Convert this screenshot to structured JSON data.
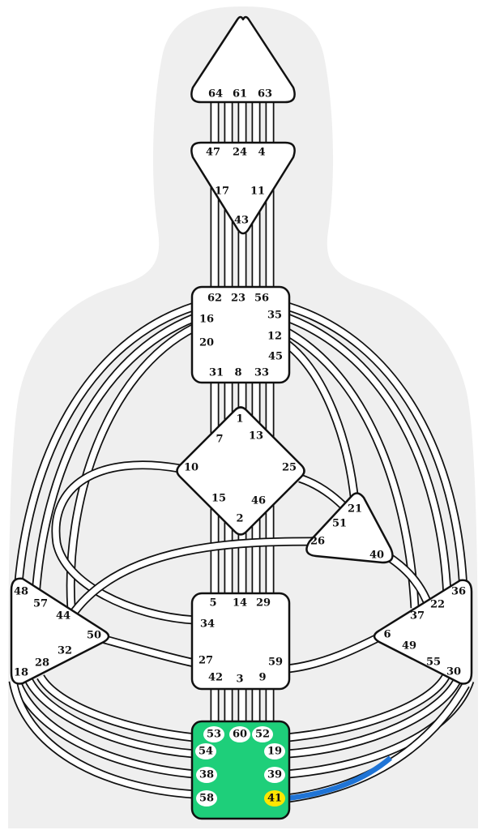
{
  "colors": {
    "silhouette": "#efefef",
    "channel_fill": "#ffffff",
    "channel_stroke": "#111111",
    "center_fill": "#ffffff",
    "root_fill": "#1ecf7a",
    "gate_badge_fill": "#ffffff",
    "active_gate_fill": "#ffe600",
    "active_channel": "#1f74d6"
  },
  "centers": [
    {
      "id": "head",
      "shape": "triangle-up",
      "defined": false,
      "gates": [
        {
          "n": "64"
        },
        {
          "n": "61"
        },
        {
          "n": "63"
        }
      ]
    },
    {
      "id": "ajna",
      "shape": "triangle-down",
      "defined": false,
      "gates": [
        {
          "n": "47"
        },
        {
          "n": "24"
        },
        {
          "n": "4"
        },
        {
          "n": "17"
        },
        {
          "n": "11"
        },
        {
          "n": "43"
        }
      ]
    },
    {
      "id": "throat",
      "shape": "square",
      "defined": false,
      "gates": [
        {
          "n": "62"
        },
        {
          "n": "23"
        },
        {
          "n": "56"
        },
        {
          "n": "35"
        },
        {
          "n": "16"
        },
        {
          "n": "12"
        },
        {
          "n": "20"
        },
        {
          "n": "45"
        },
        {
          "n": "31"
        },
        {
          "n": "8"
        },
        {
          "n": "33"
        }
      ]
    },
    {
      "id": "g",
      "shape": "diamond",
      "defined": false,
      "gates": [
        {
          "n": "1"
        },
        {
          "n": "7"
        },
        {
          "n": "13"
        },
        {
          "n": "10"
        },
        {
          "n": "25"
        },
        {
          "n": "15"
        },
        {
          "n": "46"
        },
        {
          "n": "2"
        }
      ]
    },
    {
      "id": "heart",
      "shape": "triangle",
      "defined": false,
      "gates": [
        {
          "n": "21"
        },
        {
          "n": "51"
        },
        {
          "n": "26"
        },
        {
          "n": "40"
        }
      ]
    },
    {
      "id": "sacral",
      "shape": "square",
      "defined": false,
      "gates": [
        {
          "n": "5"
        },
        {
          "n": "14"
        },
        {
          "n": "29"
        },
        {
          "n": "34"
        },
        {
          "n": "27"
        },
        {
          "n": "59"
        },
        {
          "n": "42"
        },
        {
          "n": "3"
        },
        {
          "n": "9"
        }
      ]
    },
    {
      "id": "spleen",
      "shape": "triangle-right",
      "defined": false,
      "gates": [
        {
          "n": "48"
        },
        {
          "n": "57"
        },
        {
          "n": "44"
        },
        {
          "n": "50"
        },
        {
          "n": "32"
        },
        {
          "n": "28"
        },
        {
          "n": "18"
        }
      ]
    },
    {
      "id": "solar-plexus",
      "shape": "triangle-left",
      "defined": false,
      "gates": [
        {
          "n": "36"
        },
        {
          "n": "22"
        },
        {
          "n": "37"
        },
        {
          "n": "6"
        },
        {
          "n": "49"
        },
        {
          "n": "55"
        },
        {
          "n": "30"
        }
      ]
    },
    {
      "id": "root",
      "shape": "square",
      "defined": true,
      "gates": [
        {
          "n": "53"
        },
        {
          "n": "60"
        },
        {
          "n": "52"
        },
        {
          "n": "54"
        },
        {
          "n": "19"
        },
        {
          "n": "38"
        },
        {
          "n": "39"
        },
        {
          "n": "58"
        },
        {
          "n": "41",
          "active": true
        }
      ]
    }
  ],
  "active_channel": {
    "from_gate": "41",
    "to_gate": "30",
    "activated_half": "41"
  }
}
